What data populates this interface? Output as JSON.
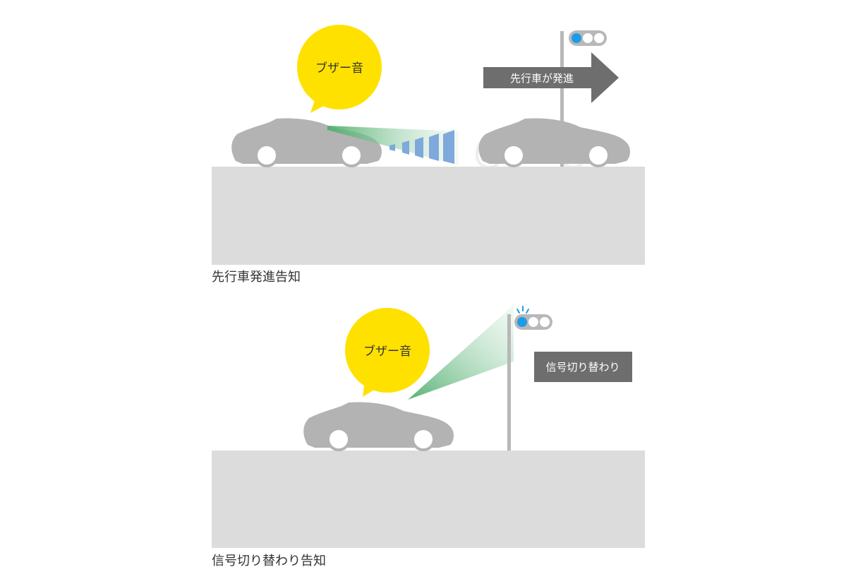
{
  "colors": {
    "car_body": "#b3b3b3",
    "ground": "#dcdcdc",
    "bubble": "#ffe100",
    "signal_pole": "#b8b8b8",
    "signal_lamp_on": "#1e9be6",
    "label_box": "#6e6e6e",
    "sensor_bars": "#7fa8dc",
    "beam": "#5cb87a"
  },
  "panels": [
    {
      "bubble_text": "ブザー音",
      "signal_label": "先行車が発進",
      "caption": "先行車発進告知"
    },
    {
      "bubble_text": "ブザー音",
      "signal_label": "信号切り替わり",
      "caption": "信号切り替わり告知"
    }
  ]
}
